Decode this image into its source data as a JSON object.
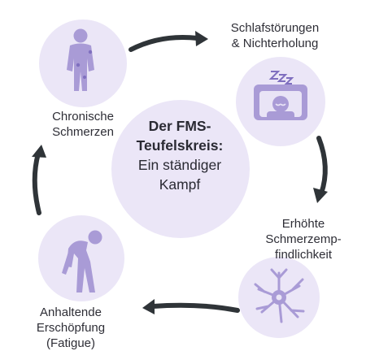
{
  "center": {
    "title_line1": "Der FMS-",
    "title_line2": "Teufelskreis:",
    "subtitle_line1": "Ein ständiger",
    "subtitle_line2": "Kampf"
  },
  "nodes": {
    "sleep": "Schlafstörungen\n& Nichterholung",
    "sensitivity": "Erhöhte\nSchmerzemp-\nfindlichkeit",
    "fatigue": "Anhaltende\nErschöpfung\n(Fatigue)",
    "pain": "Chronische\nSchmerzen"
  },
  "colors": {
    "circle_fill": "#ebe6f7",
    "icon_fill": "#a99bd6",
    "icon_dark": "#7f6fbf",
    "arrow": "#2f3438"
  },
  "icons": {
    "pain": "body-pain-icon",
    "sleep": "sleeping-person-icon",
    "sensitivity": "nerve-cell-icon",
    "fatigue": "exhausted-person-icon"
  }
}
